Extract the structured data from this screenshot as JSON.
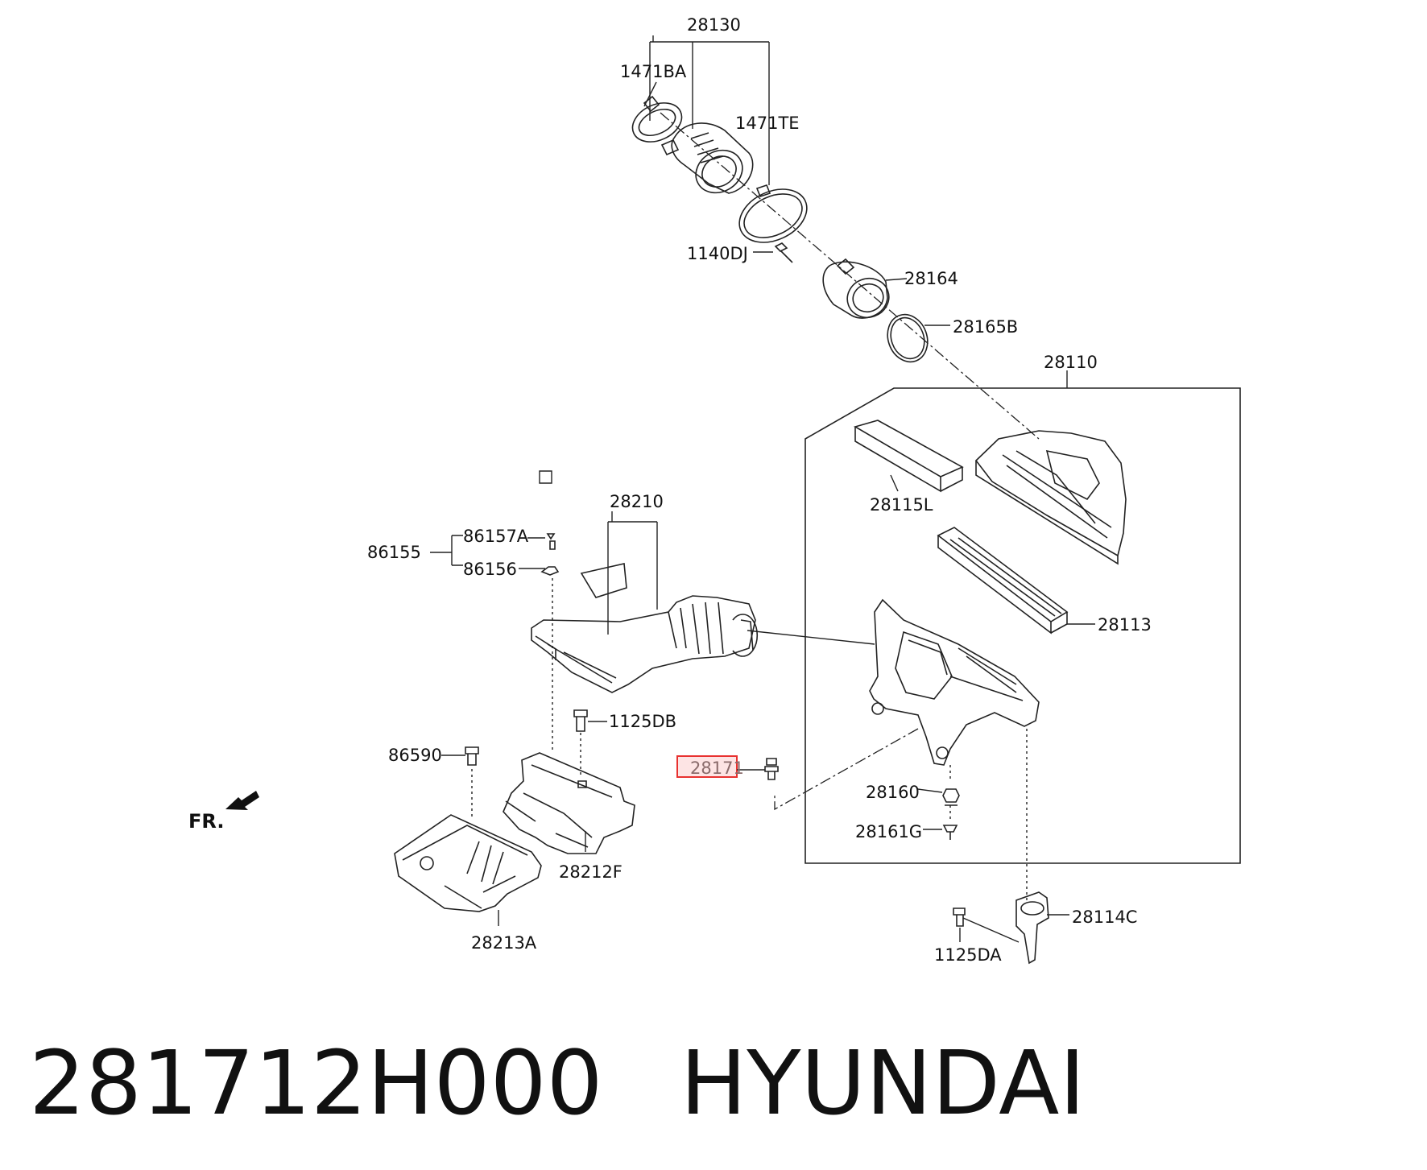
{
  "labels": {
    "p28130": "28130",
    "p1471BA": "1471BA",
    "p1471TE": "1471TE",
    "p1140DJ": "1140DJ",
    "p28164": "28164",
    "p28165B": "28165B",
    "p28110": "28110",
    "p28115L": "28115L",
    "p28113": "28113",
    "p28210": "28210",
    "p86157A": "86157A",
    "p86155": "86155",
    "p86156": "86156",
    "p1125DB": "1125DB",
    "p86590": "86590",
    "p28171": "28171",
    "p28160": "28160",
    "p28161G": "28161G",
    "p28212F": "28212F",
    "p28213A": "28213A",
    "p28114C": "28114C",
    "p1125DA": "1125DA",
    "front": "FR."
  },
  "highlight": {
    "color": "#e8312f",
    "fill": "#fde4e4"
  },
  "caption": {
    "part_number": "281712H000",
    "brand": "HYUNDAI"
  }
}
